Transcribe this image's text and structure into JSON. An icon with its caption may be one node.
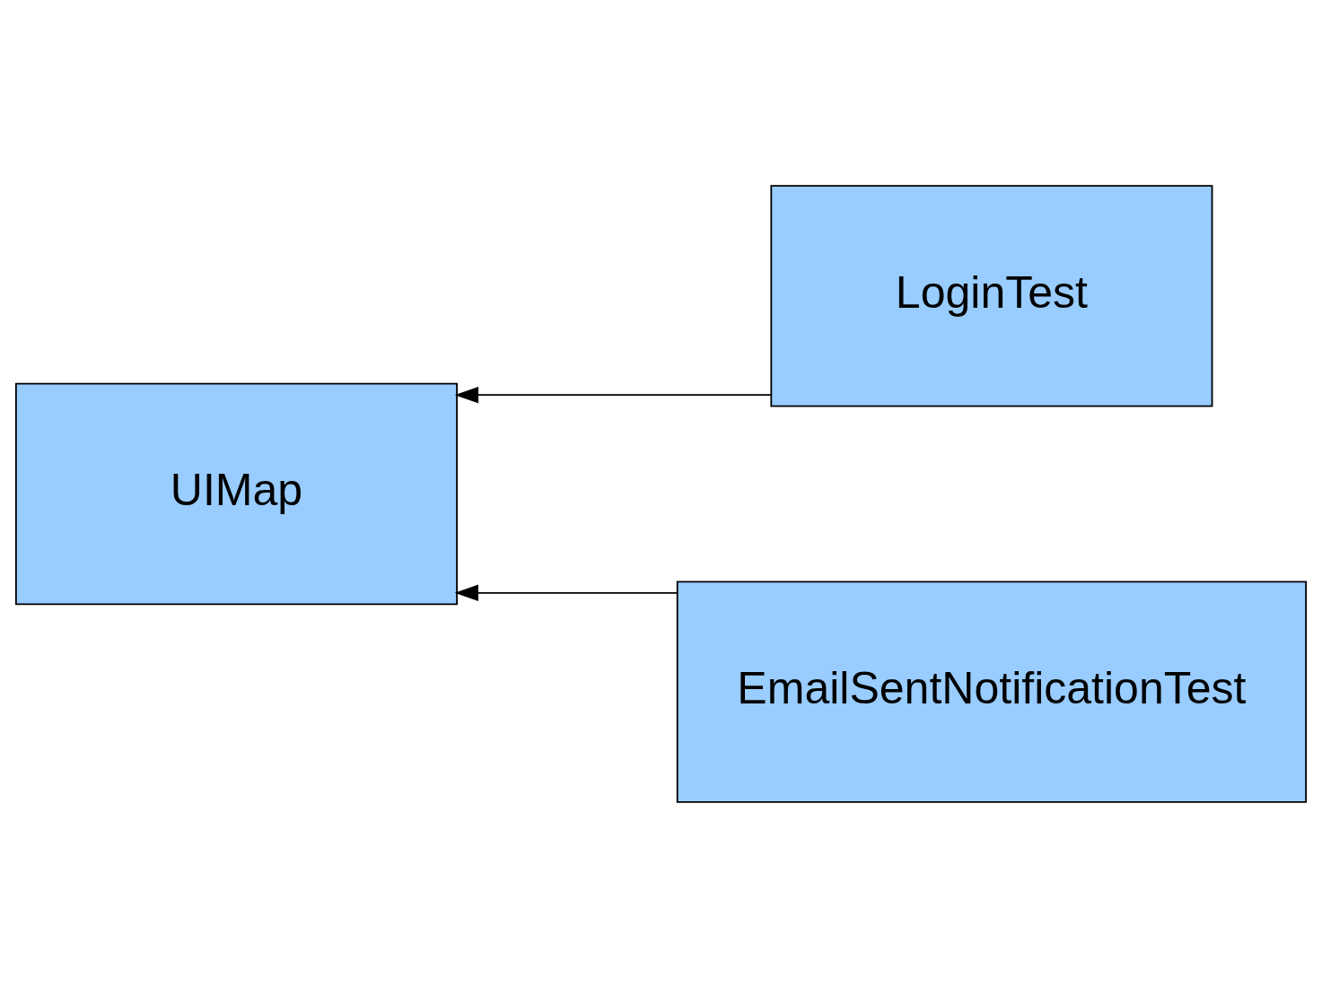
{
  "diagram": {
    "nodes": [
      {
        "text": [
          "LoginTest"
        ]
      },
      {
        "text": [
          "UIMap"
        ]
      },
      {
        "text": [
          "EmailSentNotificationTest"
        ]
      }
    ],
    "edges": [
      {
        "from": 0,
        "to": 1,
        "arrow": "to"
      },
      {
        "from": 2,
        "to": 1,
        "arrow": "to"
      }
    ]
  }
}
